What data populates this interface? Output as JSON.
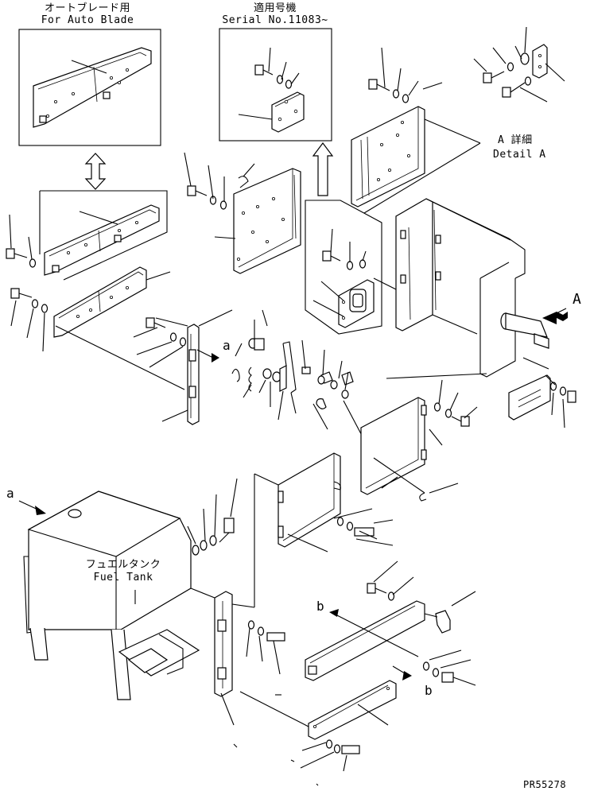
{
  "auto_blade": {
    "label_jp": "オートブレード用",
    "label_en": "For Auto Blade"
  },
  "serial": {
    "label_jp": "適用号機",
    "label_en": "Serial No.11083~"
  },
  "detail_a": {
    "label_jp": "A 詳細",
    "label_en": "Detail A"
  },
  "fuel_tank": {
    "label_jp": "フュエルタンク",
    "label_en": "Fuel Tank"
  },
  "view_letters": {
    "a_left": "a",
    "a_mid": "a",
    "big_a": "A",
    "b_top": "b",
    "b_bottom": "b"
  },
  "figure_code": "PR55278"
}
